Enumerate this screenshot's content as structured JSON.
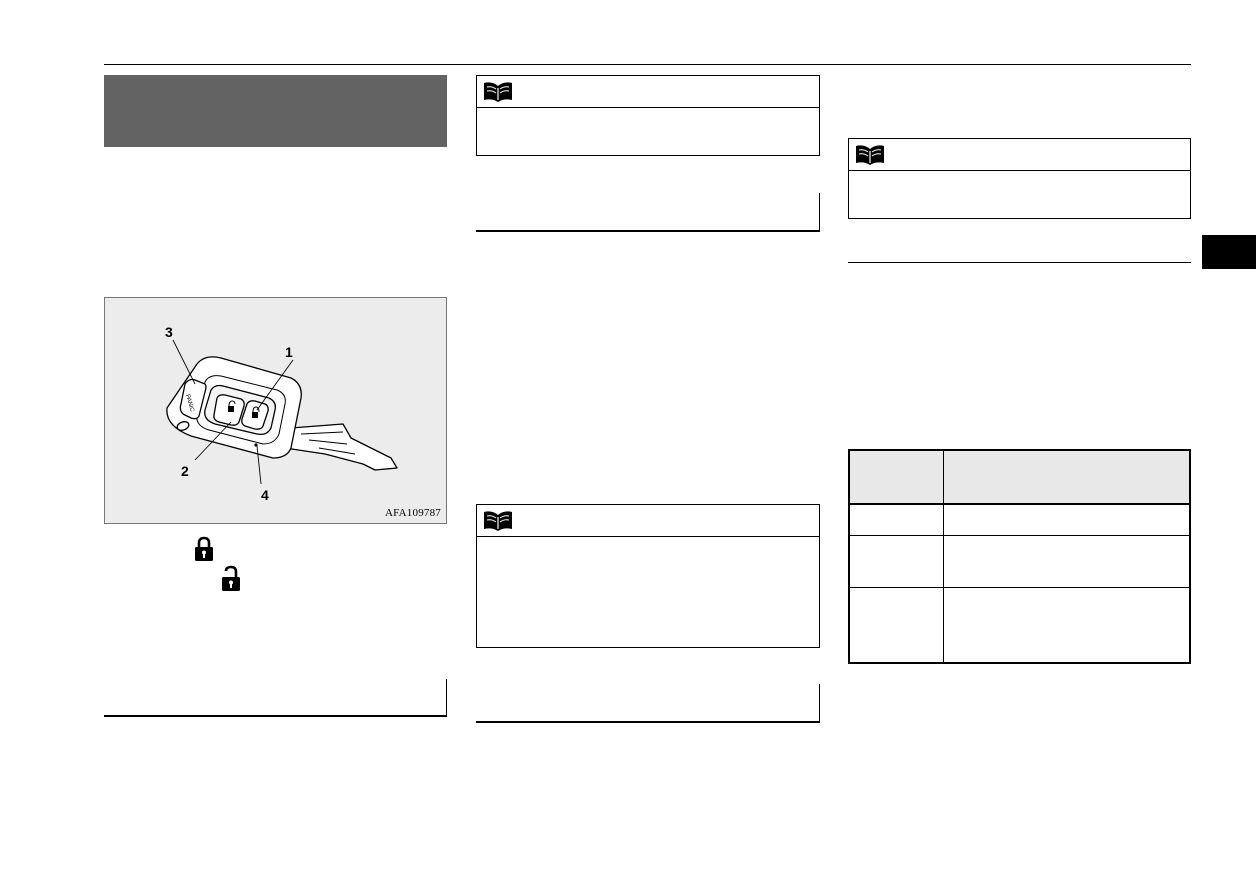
{
  "figure": {
    "code": "AFA109787",
    "callouts": [
      "1",
      "2",
      "3",
      "4"
    ],
    "key_labels": {
      "panic_button": "PANIC"
    }
  },
  "icons": {
    "note_icon": "open-book-icon",
    "lock_icon": "padlock-locked-icon",
    "unlock_icon": "padlock-unlocked-icon"
  },
  "colors": {
    "banner": "#636363",
    "figure_background": "#ececec",
    "table_header": "#e8e8e8",
    "side_tab": "#000000"
  }
}
